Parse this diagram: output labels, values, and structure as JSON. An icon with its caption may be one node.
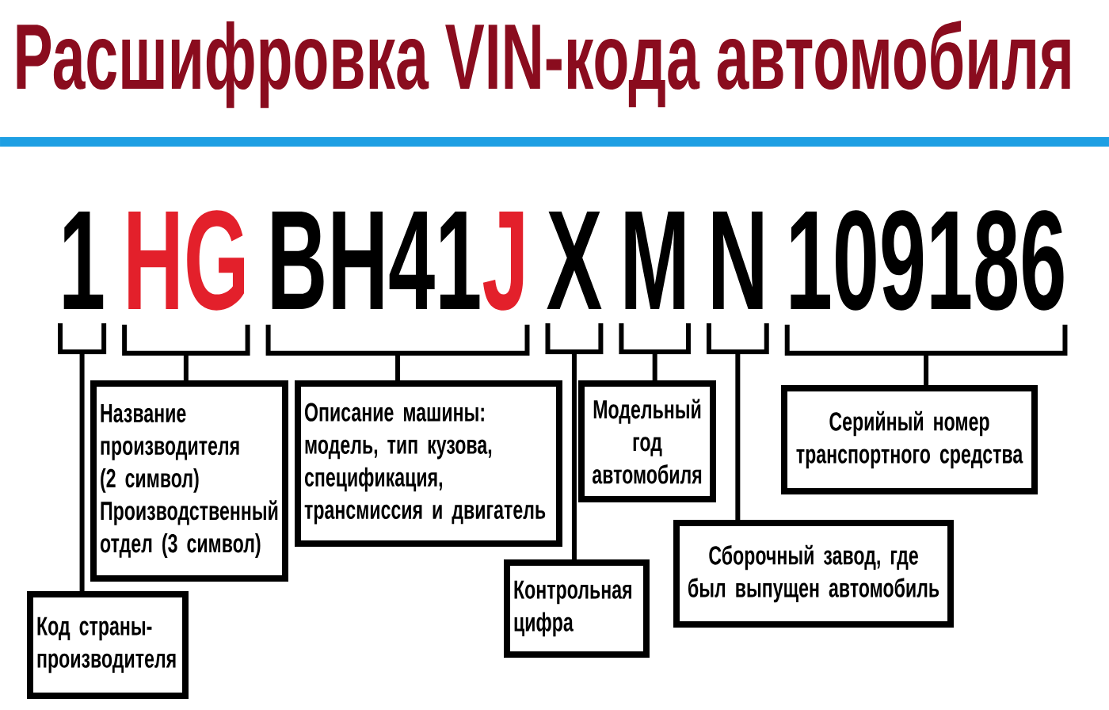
{
  "diagram": {
    "title": "Расшифровка VIN-кода автомобиля",
    "nodes": [
      {
        "text": [
          "1"
        ]
      },
      {
        "text": [
          "HG"
        ]
      },
      {
        "text": [
          "BH41",
          "J"
        ]
      },
      {
        "text": [
          "X"
        ]
      },
      {
        "text": [
          "M"
        ]
      },
      {
        "text": [
          "N"
        ]
      },
      {
        "text": [
          "109186"
        ]
      },
      {
        "text": [
          "Название производителя (2 символ)",
          "Производственный отдел (3 символ)"
        ]
      },
      {
        "text": [
          "Описание машины: модель, тип кузова, спецификация, трансмиссия и двигатель"
        ]
      },
      {
        "text": [
          "Модельный год автомобиля"
        ]
      },
      {
        "text": [
          "Серийный номер транспортного средства"
        ]
      },
      {
        "text": [
          "Сборочный завод, где был выпущен автомобиль"
        ]
      },
      {
        "text": [
          "Контрольная цифра"
        ]
      },
      {
        "text": [
          "Код страны-производителя"
        ]
      }
    ],
    "edges": [
      {
        "from": 0,
        "to": 13,
        "arrow": "none"
      },
      {
        "from": 1,
        "to": 7,
        "arrow": "none"
      },
      {
        "from": 2,
        "to": 8,
        "arrow": "none"
      },
      {
        "from": 3,
        "to": 12,
        "arrow": "none"
      },
      {
        "from": 4,
        "to": 9,
        "arrow": "none"
      },
      {
        "from": 5,
        "to": 11,
        "arrow": "none"
      },
      {
        "from": 6,
        "to": 10,
        "arrow": "none"
      }
    ]
  }
}
